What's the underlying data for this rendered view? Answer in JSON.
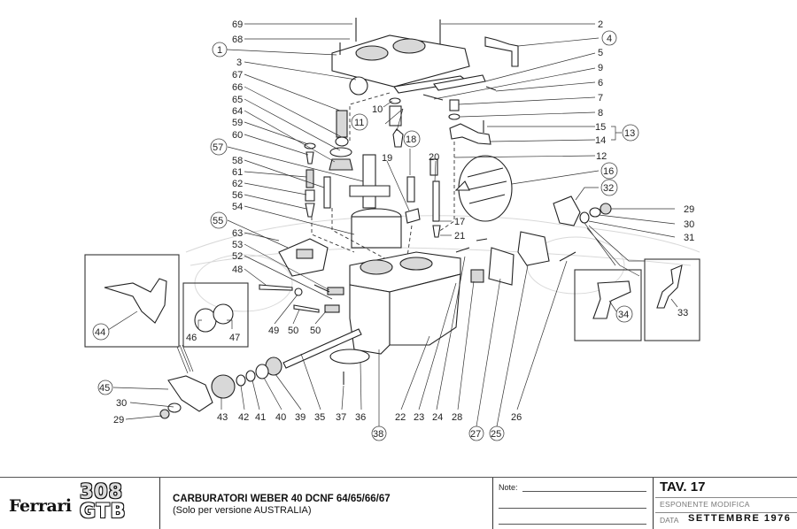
{
  "diagram": {
    "subject": "Exploded view of Weber 40 DCNF carburettor",
    "callouts": [
      {
        "num": "69",
        "circled": false
      },
      {
        "num": "68",
        "circled": false
      },
      {
        "num": "1",
        "circled": true
      },
      {
        "num": "3",
        "circled": false
      },
      {
        "num": "67",
        "circled": false
      },
      {
        "num": "66",
        "circled": false
      },
      {
        "num": "65",
        "circled": false
      },
      {
        "num": "64",
        "circled": false
      },
      {
        "num": "59",
        "circled": false
      },
      {
        "num": "60",
        "circled": false
      },
      {
        "num": "57",
        "circled": true
      },
      {
        "num": "58",
        "circled": false
      },
      {
        "num": "61",
        "circled": false
      },
      {
        "num": "62",
        "circled": false
      },
      {
        "num": "56",
        "circled": false
      },
      {
        "num": "54",
        "circled": false
      },
      {
        "num": "55",
        "circled": true
      },
      {
        "num": "63",
        "circled": false
      },
      {
        "num": "53",
        "circled": false
      },
      {
        "num": "52",
        "circled": false
      },
      {
        "num": "48",
        "circled": false
      },
      {
        "num": "44",
        "circled": true
      },
      {
        "num": "46",
        "circled": false
      },
      {
        "num": "47",
        "circled": false
      },
      {
        "num": "49",
        "circled": false
      },
      {
        "num": "50",
        "circled": false
      },
      {
        "num": "50b",
        "circled": false,
        "text": "50"
      },
      {
        "num": "45",
        "circled": true
      },
      {
        "num": "30",
        "circled": false
      },
      {
        "num": "29",
        "circled": false
      },
      {
        "num": "43",
        "circled": false
      },
      {
        "num": "42",
        "circled": false
      },
      {
        "num": "41",
        "circled": false
      },
      {
        "num": "40",
        "circled": false
      },
      {
        "num": "39",
        "circled": false
      },
      {
        "num": "35",
        "circled": false
      },
      {
        "num": "37",
        "circled": false
      },
      {
        "num": "36",
        "circled": false
      },
      {
        "num": "38",
        "circled": true
      },
      {
        "num": "22",
        "circled": false
      },
      {
        "num": "23",
        "circled": false
      },
      {
        "num": "24",
        "circled": false
      },
      {
        "num": "28",
        "circled": false
      },
      {
        "num": "27",
        "circled": true
      },
      {
        "num": "25",
        "circled": true
      },
      {
        "num": "26",
        "circled": false
      },
      {
        "num": "2",
        "circled": false
      },
      {
        "num": "4",
        "circled": true
      },
      {
        "num": "5",
        "circled": false
      },
      {
        "num": "9",
        "circled": false
      },
      {
        "num": "6",
        "circled": false
      },
      {
        "num": "7",
        "circled": false
      },
      {
        "num": "8",
        "circled": false
      },
      {
        "num": "15",
        "circled": false
      },
      {
        "num": "14",
        "circled": false
      },
      {
        "num": "13",
        "circled": true
      },
      {
        "num": "12",
        "circled": false
      },
      {
        "num": "10",
        "circled": false
      },
      {
        "num": "11",
        "circled": true
      },
      {
        "num": "18",
        "circled": true
      },
      {
        "num": "19",
        "circled": false
      },
      {
        "num": "20",
        "circled": false
      },
      {
        "num": "17",
        "circled": false
      },
      {
        "num": "21",
        "circled": false
      },
      {
        "num": "16",
        "circled": true
      },
      {
        "num": "32",
        "circled": true
      },
      {
        "num": "29r",
        "circled": false,
        "text": "29"
      },
      {
        "num": "30r",
        "circled": false,
        "text": "30"
      },
      {
        "num": "31",
        "circled": false
      },
      {
        "num": "34",
        "circled": true
      },
      {
        "num": "33",
        "circled": false
      }
    ]
  },
  "title_block": {
    "brand": "Ferrari",
    "model_top": "308",
    "model_bottom": "GTB",
    "title": "CARBURATORI WEBER 40 DCNF 64/65/66/67",
    "subtitle": "(Solo per versione AUSTRALIA)",
    "note_label": "Note:",
    "table_label": "TAV.  17",
    "esponente_label": "ESPONENTE  MODIFICA",
    "data_label": "DATA",
    "data_value": "SETTEMBRE 1976"
  }
}
